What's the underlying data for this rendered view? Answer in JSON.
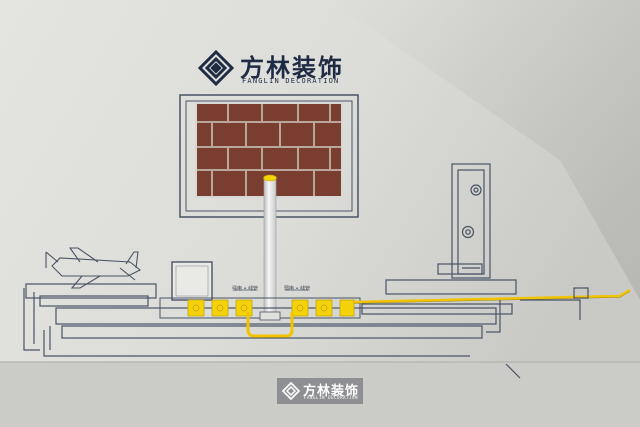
{
  "brand": {
    "name_cn": "方林装饰",
    "name_en": "FANGLIN DECORATION"
  },
  "colors": {
    "wall": "#dcdcd8",
    "wall_shadow": "#c4c4c0",
    "floor": "#cfcfcb",
    "stencil": "#4a5466",
    "brick": "#8a4a3c",
    "mortar": "#b9a79c",
    "pipe": "#e6e6e6",
    "conduit": "#f2c400",
    "box_yellow": "#f4d20a"
  },
  "labels": {
    "left_small": "强电 • 线管",
    "right_small": "弱电 • 线管"
  },
  "icons": {
    "logo_mark": "diamond-logo-icon",
    "airplane": "airplane-stencil-icon"
  }
}
